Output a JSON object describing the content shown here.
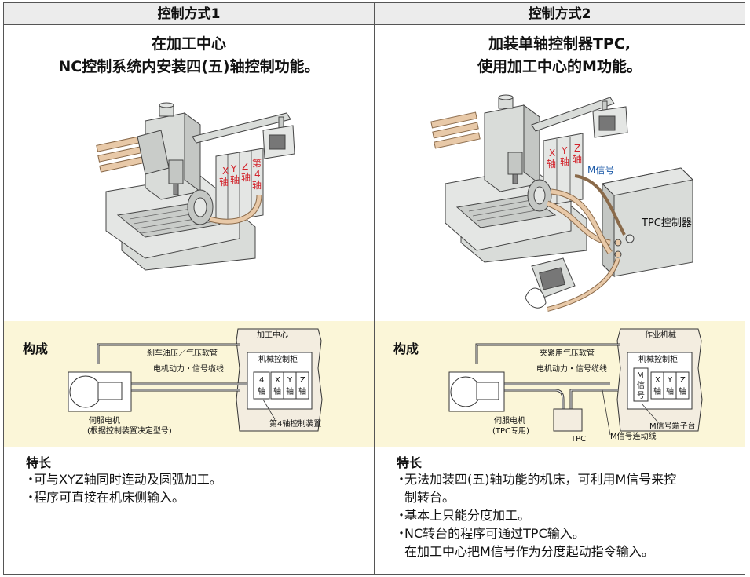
{
  "left": {
    "header": "控制方式1",
    "headline_line1": "在加工中心",
    "headline_line2": "NC控制系统内安装四(五)轴控制功能。",
    "axis_labels": [
      "X",
      "轴",
      "Y",
      "轴",
      "Z",
      "轴",
      "第",
      "4",
      "轴"
    ],
    "diagram": {
      "section_title": "构成",
      "machining_center": "加工中心",
      "hose_label": "刹车油压／气压软管",
      "cable_label": "电机动力・信号缆线",
      "cabinet_label": "机械控制柜",
      "axis4_box": [
        "4",
        "轴"
      ],
      "axis_boxes": [
        [
          "X",
          "轴"
        ],
        [
          "Y",
          "轴"
        ],
        [
          "Z",
          "轴"
        ]
      ],
      "servo_label": "伺服电机",
      "servo_note": "(根据控制装置决定型号)",
      "controller_label": "第4轴控制装置"
    },
    "features_title": "特长",
    "features": [
      "可与XYZ轴同时连动及圆弧加工。",
      "程序可直接在机床侧输入。"
    ]
  },
  "right": {
    "header": "控制方式2",
    "headline_line1": "加装单轴控制器TPC,",
    "headline_line2": "使用加工中心的M功能。",
    "axis_labels": [
      "X",
      "轴",
      "Y",
      "轴",
      "Z",
      "轴"
    ],
    "m_signal": "M信号",
    "tpc_box_label": "TPC控制器",
    "diagram": {
      "section_title": "构成",
      "machine_label": "作业机械",
      "hose_label": "夹紧用气压软管",
      "cable_label": "电机动力・信号缆线",
      "cabinet_label": "机械控制柜",
      "m_box": [
        "M",
        "信",
        "号"
      ],
      "axis_boxes": [
        [
          "X",
          "轴"
        ],
        [
          "Y",
          "轴"
        ],
        [
          "Z",
          "轴"
        ]
      ],
      "servo_label": "伺服电机",
      "servo_note": "(TPC专用)",
      "tpc_label": "TPC",
      "m_wire_label": "M信号连动线",
      "terminal_label": "M信号端子台"
    },
    "features_title": "特长",
    "features": [
      "无法加装四(五)轴功能的机床，可利用M信号来控",
      "制转台。",
      "基本上只能分度加工。",
      "NC转台的程序可通过TPC输入。",
      "在加工中心把M信号作为分度起动指令输入。"
    ]
  },
  "colors": {
    "band_bg": "#fbf6d8",
    "machine_fill": "#d9dcd9",
    "hose_fill": "#e8c9a8",
    "accent_red": "#d2222a",
    "accent_blue": "#1c5aa8",
    "header_bg": "#ececec"
  }
}
